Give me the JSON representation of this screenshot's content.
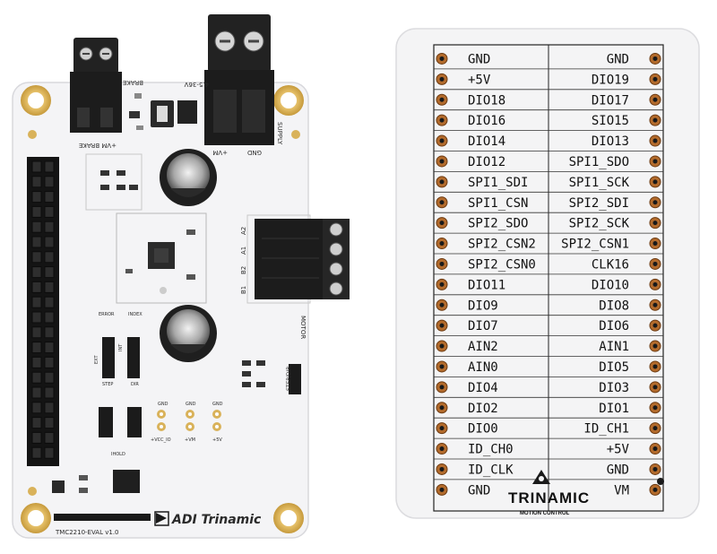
{
  "board": {
    "model": "TMC2210-EVAL v1.0",
    "brand": "ADI Trinamic",
    "supply_range": "4.5-36V",
    "labels": {
      "brake_top": "BRAKE",
      "vm_brake": "+VM BRAKE",
      "supply": "SUPPLY",
      "vm": "+VM",
      "gnd": "GND",
      "motor": "MOTOR",
      "step_dir": "STEP/DIR",
      "error": "ERROR",
      "index": "INDEX",
      "step": "STEP",
      "dir": "DIR",
      "ihold": "IHOLD",
      "vcc_io": "+VCC_IO",
      "vm_small": "+VM",
      "v5": "+5V",
      "gnd_small": "GND",
      "ext": "EXT",
      "int": "INT",
      "a2": "A2",
      "a1": "A1",
      "b2": "B2",
      "b1": "B1"
    }
  },
  "card": {
    "brand": "TRINAMIC",
    "tagline": "MOTION CONTROL",
    "rows": [
      {
        "left": "GND",
        "right": "GND"
      },
      {
        "left": "+5V",
        "right": "DIO19"
      },
      {
        "left": "DIO18",
        "right": "DIO17"
      },
      {
        "left": "DIO16",
        "right": "SIO15"
      },
      {
        "left": "DIO14",
        "right": "DIO13"
      },
      {
        "left": "DIO12",
        "right": "SPI1_SDO"
      },
      {
        "left": "SPI1_SDI",
        "right": "SPI1_SCK"
      },
      {
        "left": "SPI1_CSN",
        "right": "SPI2_SDI"
      },
      {
        "left": "SPI2_SDO",
        "right": "SPI2_SCK"
      },
      {
        "left": "SPI2_CSN2",
        "right": "SPI2_CSN1"
      },
      {
        "left": "SPI2_CSN0",
        "right": "CLK16"
      },
      {
        "left": "DIO11",
        "right": "DIO10"
      },
      {
        "left": "DIO9",
        "right": "DIO8"
      },
      {
        "left": "DIO7",
        "right": "DIO6"
      },
      {
        "left": "AIN2",
        "right": "AIN1"
      },
      {
        "left": "AIN0",
        "right": "DIO5"
      },
      {
        "left": "DIO4",
        "right": "DIO3"
      },
      {
        "left": "DIO2",
        "right": "DIO1"
      },
      {
        "left": "DIO0",
        "right": "ID_CH1"
      },
      {
        "left": "ID_CH0",
        "right": "+5V"
      },
      {
        "left": "ID_CLK",
        "right": "GND"
      },
      {
        "left": "GND",
        "right": "VM"
      }
    ]
  },
  "colors": {
    "pcb": "#f4f4f6",
    "pad_gold": "#d9b25a",
    "header_black": "#1a1a1a",
    "connector_black": "#222222",
    "pin_copper": "#b36b2c"
  }
}
